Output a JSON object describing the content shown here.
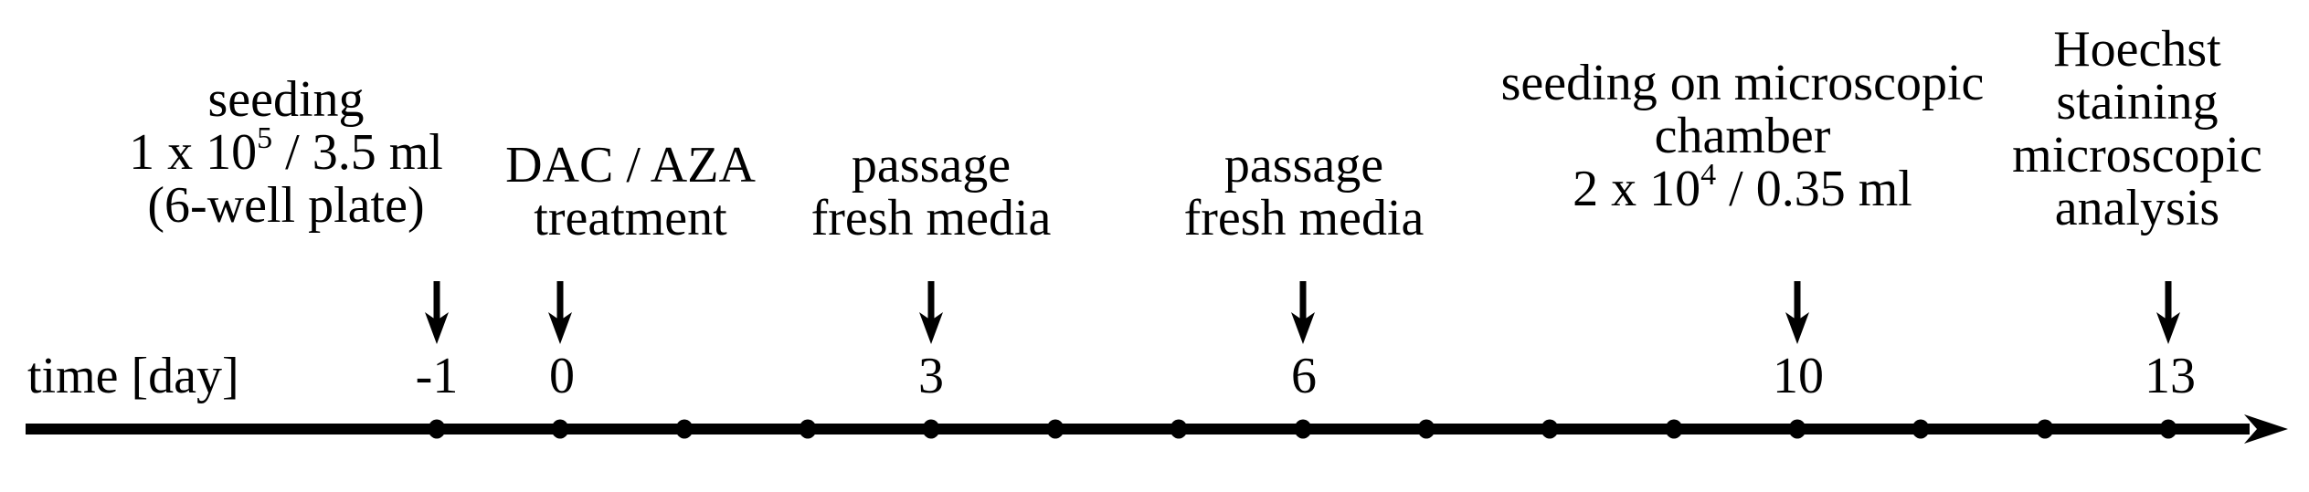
{
  "timeline": {
    "axis_label": "time [day]",
    "unit": "day",
    "ticks": [
      "-1",
      "0",
      "3",
      "6",
      "10",
      "13"
    ],
    "dot_days": [
      -1,
      0,
      1,
      2,
      3,
      4,
      5,
      6,
      7,
      8,
      9,
      10,
      11,
      12,
      13
    ],
    "events": [
      {
        "day": -1,
        "lines": [
          "seeding",
          {
            "pre": "1 x 10",
            "sup": "5",
            "post": " / 3.5 ml"
          },
          "(6-well plate)"
        ]
      },
      {
        "day": 0,
        "lines": [
          "DAC / AZA",
          "treatment"
        ]
      },
      {
        "day": 3,
        "lines": [
          "passage",
          "fresh media"
        ]
      },
      {
        "day": 6,
        "lines": [
          "passage",
          "fresh media"
        ]
      },
      {
        "day": 10,
        "lines": [
          "seeding on microscopic",
          "chamber",
          {
            "pre": "2 x 10",
            "sup": "4",
            "post": " / 0.35 ml"
          }
        ]
      },
      {
        "day": 13,
        "lines": [
          "Hoechst",
          "staining",
          "microscopic",
          "analysis"
        ]
      }
    ],
    "colors": {
      "ink": "#000000",
      "background": "#ffffff"
    }
  }
}
